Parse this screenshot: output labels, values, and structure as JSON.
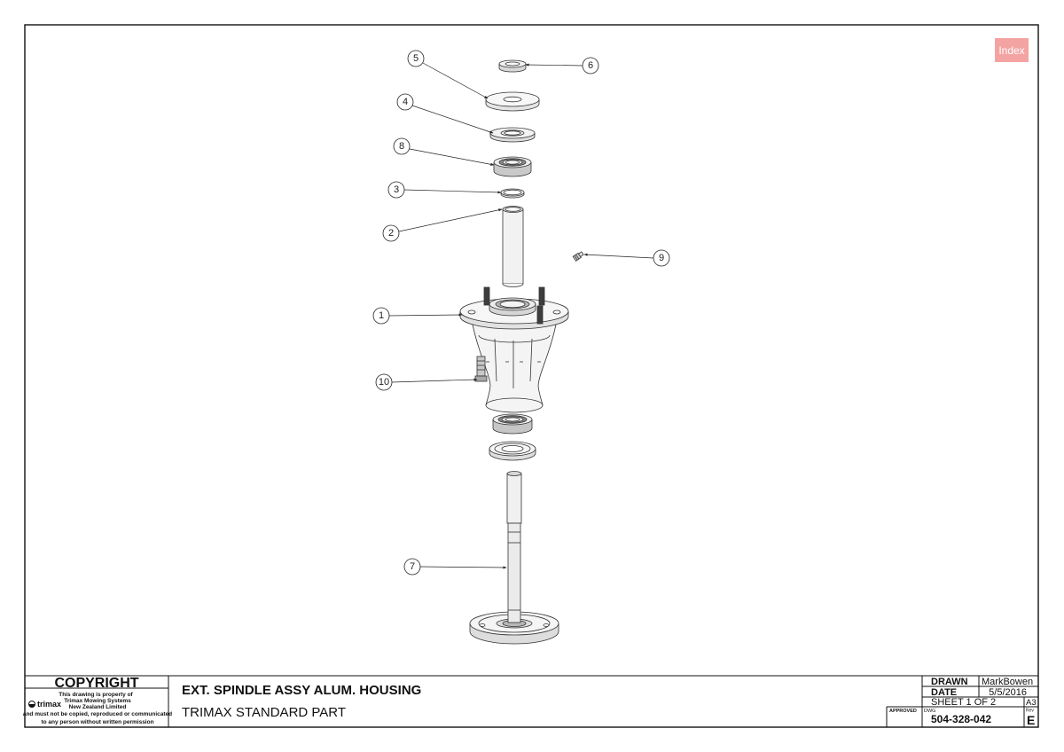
{
  "index_button": {
    "label": "Index",
    "color": "#f4a3a3"
  },
  "balloons": [
    "5",
    "6",
    "4",
    "8",
    "3",
    "2",
    "9",
    "1",
    "10",
    "7"
  ],
  "title_block": {
    "copyright": {
      "heading": "COPYRIGHT",
      "logo": "trimax",
      "lines": [
        "This drawing is property of",
        "Trimax Mowing Systems",
        "New Zealand Limited",
        "and must not be copied, reproduced or communicated",
        "to any person without written permission"
      ]
    },
    "title": "EXT. SPINDLE ASSY ALUM. HOUSING",
    "subtitle": "TRIMAX STANDARD PART",
    "approved_label": "APPROVED",
    "drawn_label": "DRAWN",
    "drawn_value": "MarkBowen",
    "date_label": "DATE",
    "date_value": "5/5/2016",
    "sheet": "SHEET 1 OF 2",
    "size": "A3",
    "dwg_label": "DWG",
    "dwg_number": "504-328-042",
    "rev_label": "Rev",
    "rev": "E"
  }
}
